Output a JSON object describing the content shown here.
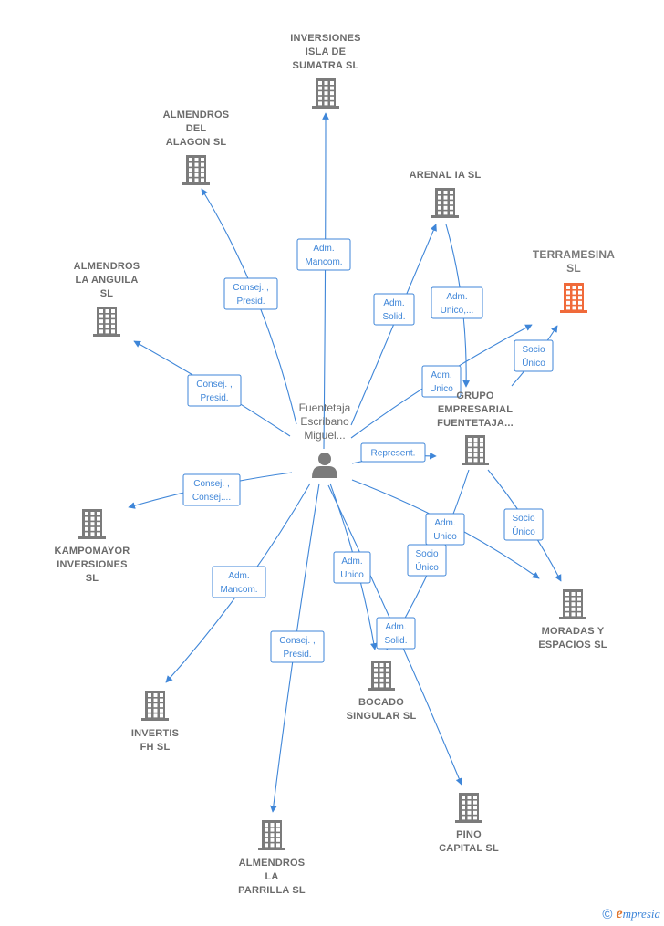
{
  "colors": {
    "building": "#7b7b7b",
    "highlight": "#f06a3a",
    "edge": "#3f86d8",
    "text": "#6b6b6b"
  },
  "center": {
    "id": "person",
    "label_lines": [
      "Fuentetaja",
      "Escribano",
      "Miguel..."
    ],
    "icon": "person-icon"
  },
  "nodes": [
    {
      "id": "isla",
      "label_lines": [
        "INVERSIONES",
        "ISLA DE",
        "SUMATRA  SL"
      ],
      "icon": "building-icon",
      "highlight": false
    },
    {
      "id": "alagon",
      "label_lines": [
        "ALMENDROS",
        "DEL",
        "ALAGON  SL"
      ],
      "icon": "building-icon",
      "highlight": false
    },
    {
      "id": "arenal",
      "label_lines": [
        "ARENAL IA  SL"
      ],
      "icon": "building-icon",
      "highlight": false
    },
    {
      "id": "terramesina",
      "label_lines": [
        "TERRAMESINA",
        "SL"
      ],
      "icon": "building-icon",
      "highlight": true
    },
    {
      "id": "anguila",
      "label_lines": [
        "ALMENDROS",
        "LA ANGUILA",
        "SL"
      ],
      "icon": "building-icon",
      "highlight": false
    },
    {
      "id": "grupo",
      "label_lines": [
        "GRUPO",
        "EMPRESARIAL",
        "FUENTETAJA..."
      ],
      "icon": "building-icon",
      "highlight": false
    },
    {
      "id": "kampomayor",
      "label_lines": [
        "KAMPOMAYOR",
        "INVERSIONES",
        "SL"
      ],
      "icon": "building-icon",
      "highlight": false
    },
    {
      "id": "moradas",
      "label_lines": [
        "MORADAS Y",
        "ESPACIOS  SL"
      ],
      "icon": "building-icon",
      "highlight": false
    },
    {
      "id": "bocado",
      "label_lines": [
        "BOCADO",
        "SINGULAR  SL"
      ],
      "icon": "building-icon",
      "highlight": false
    },
    {
      "id": "invertis",
      "label_lines": [
        "INVERTIS",
        "FH SL"
      ],
      "icon": "building-icon",
      "highlight": false
    },
    {
      "id": "pino",
      "label_lines": [
        "PINO",
        "CAPITAL SL"
      ],
      "icon": "building-icon",
      "highlight": false
    },
    {
      "id": "parrilla",
      "label_lines": [
        "ALMENDROS",
        "LA",
        "PARRILLA  SL"
      ],
      "icon": "building-icon",
      "highlight": false
    }
  ],
  "edges": [
    {
      "id": "e-isla",
      "label_lines": [
        "Adm.",
        "Mancom."
      ]
    },
    {
      "id": "e-alagon",
      "label_lines": [
        "Consej. ,",
        "Presid."
      ]
    },
    {
      "id": "e-arenal",
      "label_lines": [
        "Adm.",
        "Solid."
      ]
    },
    {
      "id": "e-arenal-grupo",
      "label_lines": [
        "Adm.",
        "Unico,..."
      ]
    },
    {
      "id": "e-anguila",
      "label_lines": [
        "Consej. ,",
        "Presid."
      ]
    },
    {
      "id": "e-terramesina",
      "label_lines": [
        "Adm.",
        "Unico"
      ]
    },
    {
      "id": "e-grupo-terramesina",
      "label_lines": [
        "Socio",
        "Único"
      ]
    },
    {
      "id": "e-grupo",
      "label_lines": [
        "Represent."
      ]
    },
    {
      "id": "e-kampomayor",
      "label_lines": [
        "Consej. ,",
        "Consej...."
      ]
    },
    {
      "id": "e-moradas",
      "label_lines": [
        "Adm.",
        "Unico"
      ]
    },
    {
      "id": "e-grupo-moradas",
      "label_lines": [
        "Socio",
        "Único"
      ]
    },
    {
      "id": "e-grupo-bocado",
      "label_lines": [
        "Socio",
        "Único"
      ]
    },
    {
      "id": "e-bocado",
      "label_lines": [
        "Adm.",
        "Unico"
      ]
    },
    {
      "id": "e-pino",
      "label_lines": [
        "Adm.",
        "Solid."
      ]
    },
    {
      "id": "e-invertis",
      "label_lines": [
        "Adm.",
        "Mancom."
      ]
    },
    {
      "id": "e-parrilla",
      "label_lines": [
        "Consej. ,",
        "Presid."
      ]
    }
  ],
  "footer": {
    "copyright_symbol": "©",
    "brand_initial": "e",
    "brand_rest": "mpresia"
  }
}
